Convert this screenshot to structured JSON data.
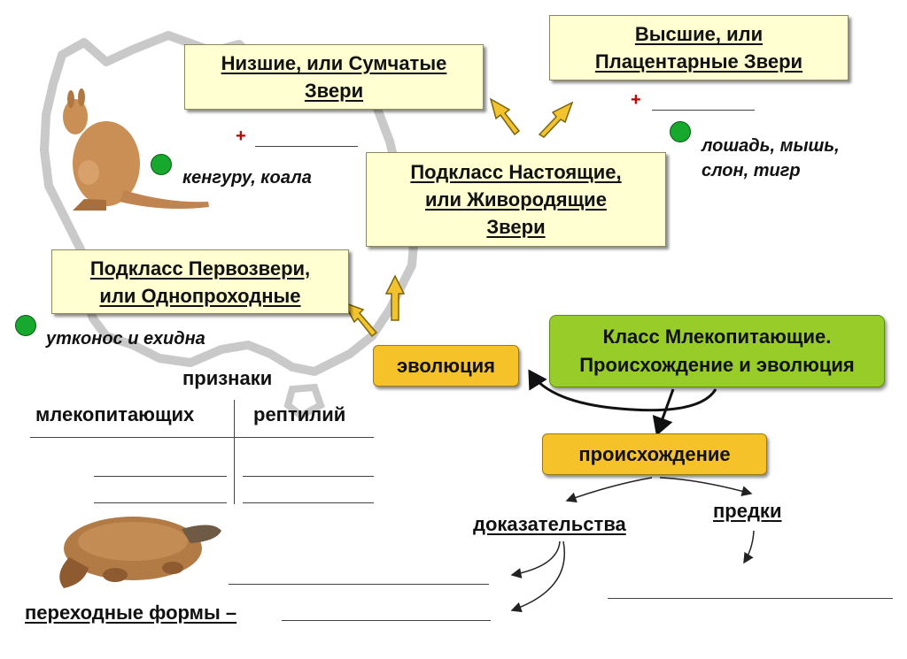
{
  "boxes": {
    "marsupials": [
      "Низшие, или Сумчатые",
      "Звери"
    ],
    "placentals": [
      "Высшие, или",
      "Плацентарные Звери"
    ],
    "viviparous": [
      "Подкласс Настоящие,",
      "или Живородящие",
      "Звери"
    ],
    "monotremes": [
      "Подкласс Первозвери,",
      "или Однопроходные"
    ],
    "title": [
      "Класс Млекопитающие.",
      "Происхождение и эволюция"
    ],
    "evolution": "эволюция",
    "origin": "происхождение"
  },
  "examples": {
    "marsupials": "кенгуру, коала",
    "placentals": [
      "лошадь, мышь,",
      "слон, тигр"
    ],
    "monotremes": "утконос и ехидна"
  },
  "plus_sign": "+",
  "table": {
    "heading": "признаки",
    "col_mammals": "млекопитающих",
    "col_reptiles": "рептилий"
  },
  "labels": {
    "evidence": "доказательства",
    "ancestors": "предки",
    "transitional": "переходные формы –"
  },
  "colors": {
    "cream_box": "#ffffd2",
    "orange_box": "#f6c22a",
    "green_box": "#98cc28",
    "dot": "#17a82e",
    "arrow_fill": "#f2c32c",
    "plus": "#c00000"
  }
}
